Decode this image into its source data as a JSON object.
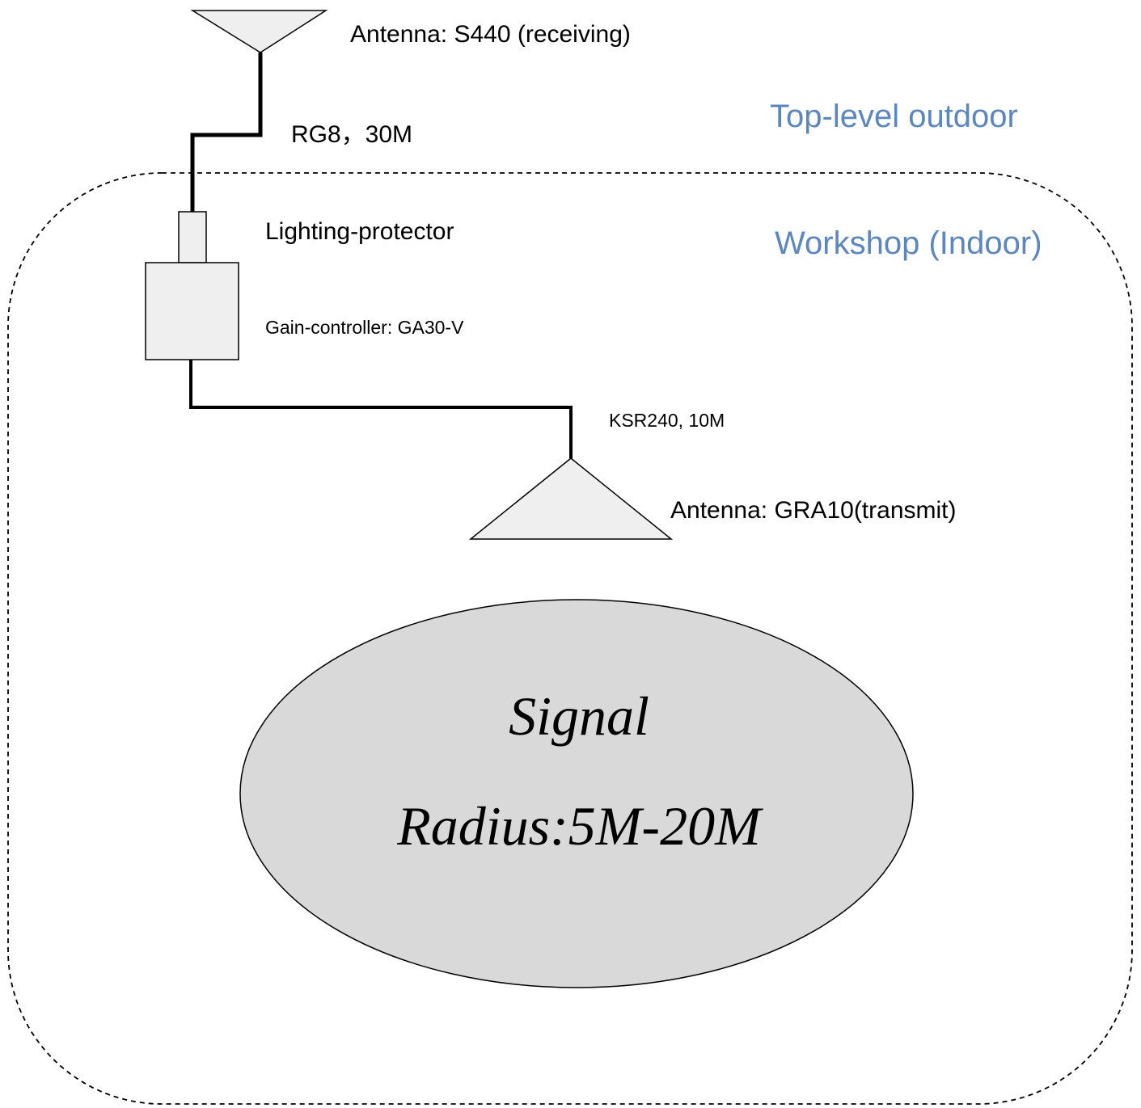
{
  "zones": {
    "outdoor": "Top-level outdoor",
    "indoor": "Workshop (Indoor)"
  },
  "components": {
    "receiving_antenna": "Antenna: S440 (receiving)",
    "cable_upper": "RG8，30M",
    "lightning_protector": "Lighting-protector",
    "gain_controller": "Gain-controller: GA30-V",
    "cable_lower": "KSR240, 10M",
    "transmit_antenna": "Antenna: GRA10(transmit)"
  },
  "coverage": {
    "title": "Signal",
    "radius": "Radius:5M-20M"
  },
  "colors": {
    "zone_text": "#5b86be",
    "component_fill": "#efefef",
    "coverage_fill": "#d9d9d9",
    "line": "#000000"
  }
}
